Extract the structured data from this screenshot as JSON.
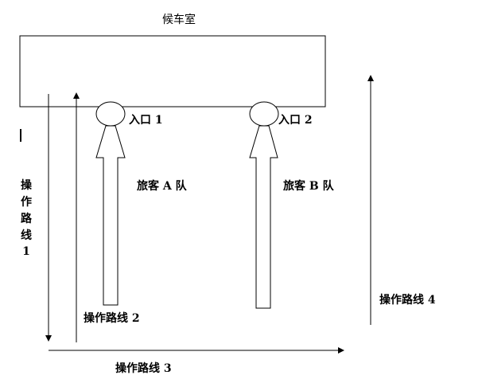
{
  "title": "候车室",
  "entrances": [
    "入口 1",
    "入口 2"
  ],
  "queues": [
    "旅客 A 队",
    "旅客 B 队"
  ],
  "routes": {
    "route1_chars": [
      "操",
      "作",
      "路",
      "线",
      "1"
    ],
    "route2": "操作路线 2",
    "route3": "操作路线 3",
    "route4": "操作路线 4"
  },
  "colors": {
    "stroke": "#000000",
    "background": "#ffffff"
  }
}
